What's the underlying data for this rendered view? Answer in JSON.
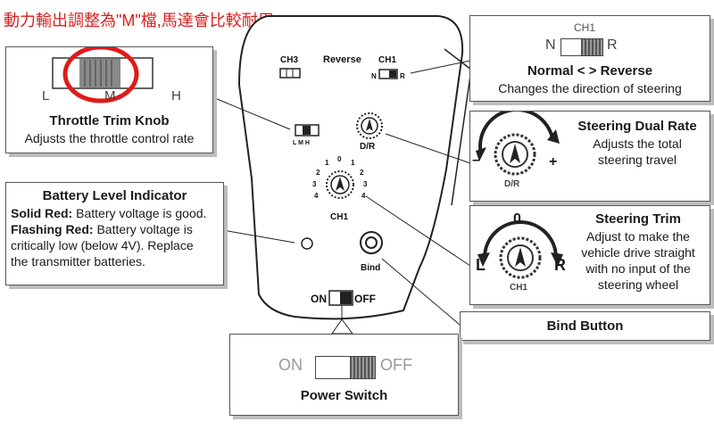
{
  "note": "動力輸出調整為\"M\"檔,馬達會比較耐用",
  "throttle": {
    "title": "Throttle Trim Knob",
    "desc": "Adjusts the throttle control rate",
    "l": "L",
    "m": "M",
    "h": "H"
  },
  "reverse": {
    "ch": "CH1",
    "n": "N",
    "r": "R",
    "title": "Normal < > Reverse",
    "desc": "Changes the direction of steering"
  },
  "dualrate": {
    "title": "Steering Dual Rate",
    "desc": [
      "Adjusts the total",
      "steering travel"
    ],
    "minus": "–",
    "plus": "+",
    "dr": "D/R"
  },
  "battery": {
    "title": "Battery Level Indicator",
    "l1_b": "Solid Red:",
    "l1": " Battery voltage is good.",
    "l2_b": "Flashing Red:",
    "l2": " Battery voltage is",
    "l3": "critically low (below 4V). Replace",
    "l4": "the transmitter batteries."
  },
  "trim": {
    "title": "Steering Trim",
    "desc": [
      "Adjust to make the",
      "vehicle drive straight",
      "with no input of the",
      "steering wheel"
    ],
    "zero": "0",
    "l": "L",
    "r": "R",
    "ch": "CH1"
  },
  "bind": {
    "title": "Bind Button"
  },
  "power": {
    "title": "Power Switch",
    "on": "ON",
    "off": "OFF"
  },
  "device": {
    "ch3": "CH3",
    "reverse": "Reverse",
    "ch1": "CH1",
    "nr": "N",
    "rr": "R",
    "lmh": "L  M  H",
    "dr": "D/R",
    "ch1b": "CH1",
    "bind": "Bind",
    "on": "ON",
    "off": "OFF",
    "nums": [
      "0",
      "1",
      "1",
      "2",
      "2",
      "3",
      "3",
      "4",
      "4"
    ]
  }
}
